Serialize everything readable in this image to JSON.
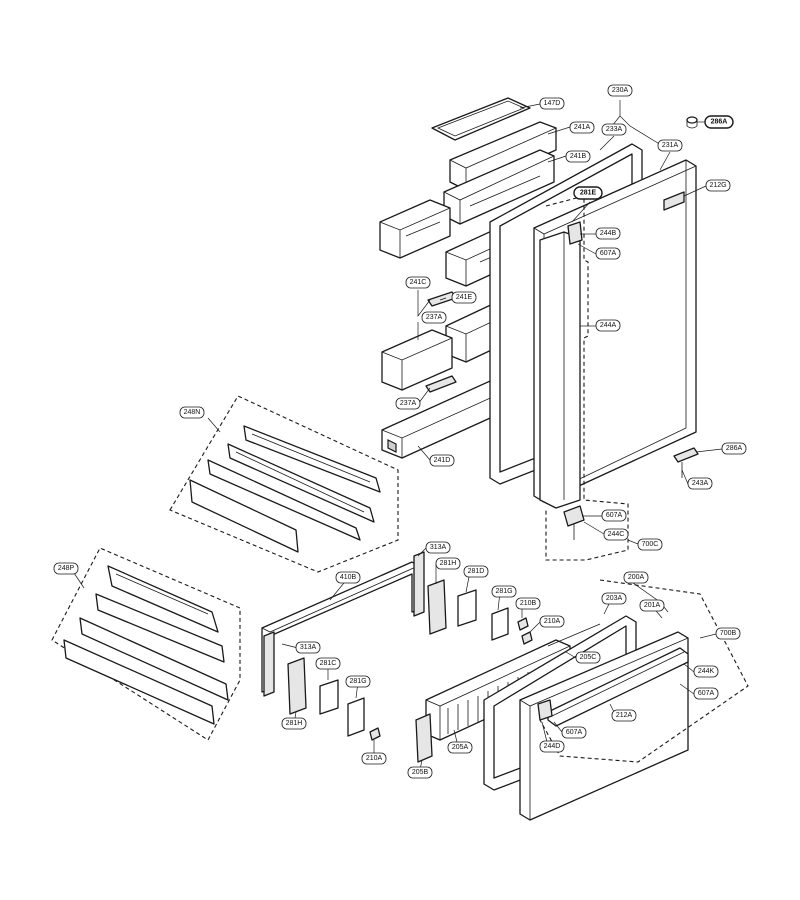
{
  "diagram": {
    "type": "exploded-parts-diagram",
    "colors": {
      "line": "#1a1a1a",
      "background": "#ffffff",
      "fill": "#ffffff",
      "shade": "#e6e6e6"
    },
    "callouts": {
      "c147D": "147D",
      "c241A": "241A",
      "c241B": "241B",
      "c230A": "230A",
      "c233A": "233A",
      "c231A": "231A",
      "c286A_top": "286A",
      "c212G": "212G",
      "c281E": "281E",
      "c244B": "244B",
      "c607A_top": "607A",
      "c241C": "241C",
      "c241E": "241E",
      "c237A_upper": "237A",
      "c244A": "244A",
      "c237A_lower": "237A",
      "c241D": "241D",
      "c248N": "248N",
      "c286A_right": "286A",
      "c243A": "243A",
      "c607A_mid": "607A",
      "c244C": "244C",
      "c700C": "700C",
      "c248P": "248P",
      "c313A_top": "313A",
      "c281H_top": "281H",
      "c281D": "281D",
      "c410B": "410B",
      "c281G_top": "281G",
      "c210B": "210B",
      "c200A": "200A",
      "c203A": "203A",
      "c201A": "201A",
      "c700B": "700B",
      "c210A_right": "210A",
      "c313A_left": "313A",
      "c281C": "281C",
      "c281G_left": "281G",
      "c205C": "205C",
      "c244K": "244K",
      "c607A_bottom": "607A",
      "c212A": "212A",
      "c607A_lowmid": "607A",
      "c244D": "244D",
      "c281H_left": "281H",
      "c205A": "205A",
      "c210A_left": "210A",
      "c205B": "205B"
    }
  }
}
